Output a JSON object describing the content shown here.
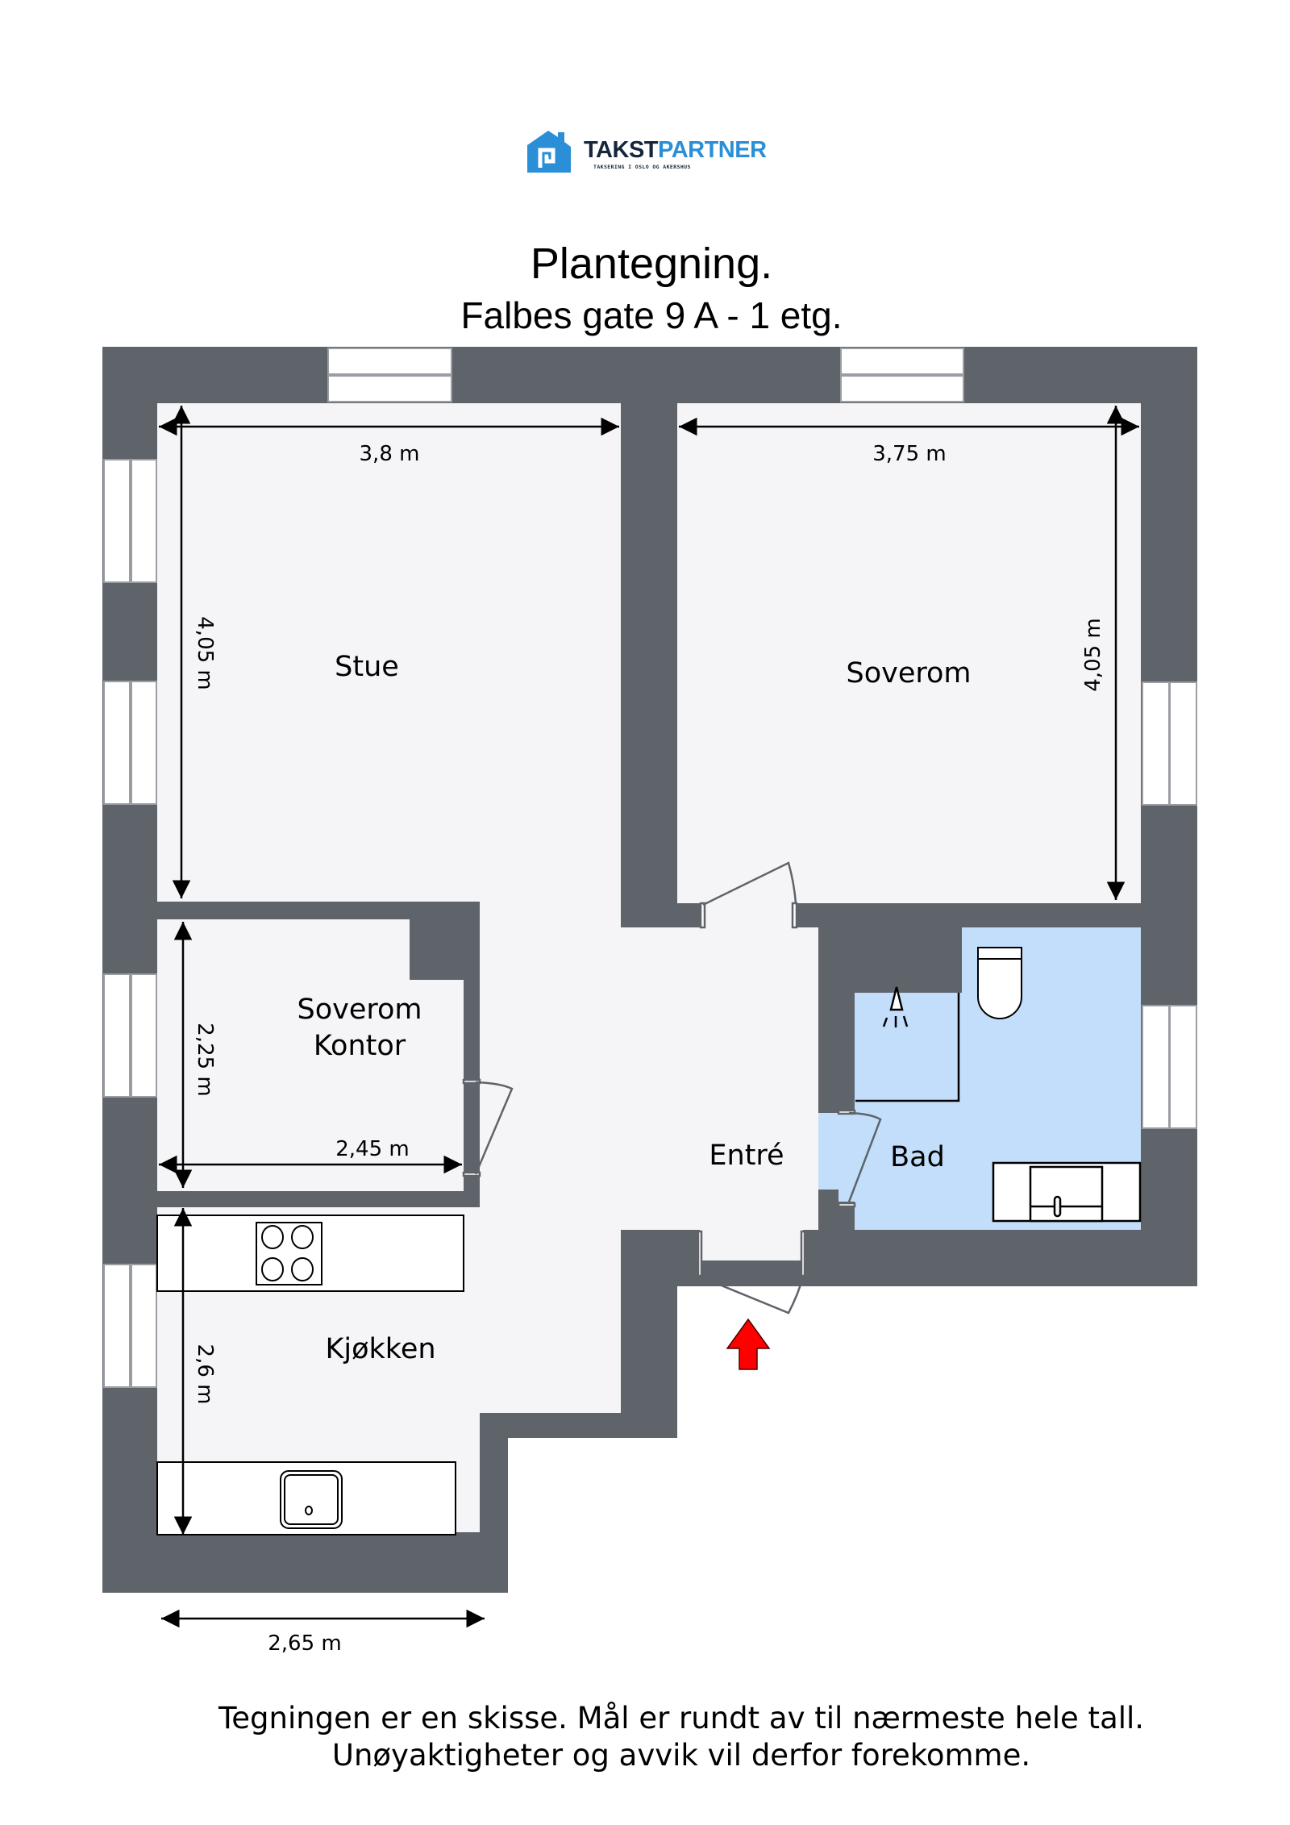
{
  "logo": {
    "icon": "house-icon",
    "word_dark": "TAKST",
    "word_blue": "PARTNER",
    "tagline": "TAKSERING I OSLO OG AKERSHUS",
    "colors": {
      "dark": "#15263c",
      "blue": "#2a8fd6"
    }
  },
  "header": {
    "title": "Plantegning.",
    "subtitle": "Falbes gate 9 A - 1 etg."
  },
  "rooms": {
    "stue": "Stue",
    "soverom": "Soverom",
    "soverom_kontor_line1": "Soverom",
    "soverom_kontor_line2": "Kontor",
    "entre": "Entré",
    "bad": "Bad",
    "kjokken": "Kjøkken"
  },
  "dimensions": {
    "stue_width": "3,8 m",
    "stue_height": "4,05 m",
    "soverom_width": "3,75 m",
    "soverom_height": "4,05 m",
    "kontor_height": "2,25 m",
    "kontor_width": "2,45 m",
    "kjokken_height": "2,6 m",
    "kjokken_width": "2,65 m"
  },
  "fixtures": [
    "stove-icon",
    "sink-icon",
    "toilet-icon",
    "shower-icon",
    "bathroom-sink-icon"
  ],
  "entrance_marker": {
    "icon": "entrance-arrow-icon",
    "color": "#ff0000"
  },
  "colors": {
    "wall": "#5f646b",
    "floor": "#f5f5f7",
    "bathroom_floor": "#c2defa",
    "window": "#ffffff"
  },
  "footer": {
    "line1": "Tegningen er en skisse. Mål er rundt av til nærmeste hele tall.",
    "line2": "Unøyaktigheter og avvik vil derfor forekomme."
  }
}
